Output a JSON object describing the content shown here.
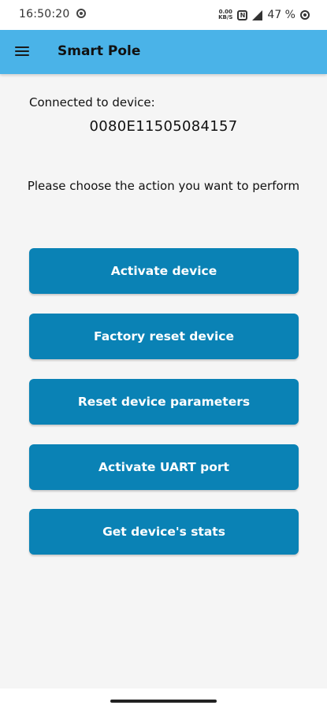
{
  "status_bar": {
    "time": "16:50:20",
    "net_speed_top": "0.00",
    "net_speed_bottom": "KB/S",
    "nfc": "N",
    "battery": "47 %"
  },
  "app_bar": {
    "title": "Smart Pole",
    "menu_icon": "hamburger-menu-icon"
  },
  "content": {
    "connected_label": "Connected to device:",
    "device_id": "0080E11505084157",
    "prompt": "Please choose the action you want to perform"
  },
  "actions": [
    {
      "label": "Activate device"
    },
    {
      "label": "Factory reset device"
    },
    {
      "label": "Reset device parameters"
    },
    {
      "label": "Activate UART port"
    },
    {
      "label": "Get device's stats"
    }
  ],
  "colors": {
    "app_bar": "#4ab3e8",
    "button": "#0a82b5",
    "background": "#f5f5f5"
  }
}
